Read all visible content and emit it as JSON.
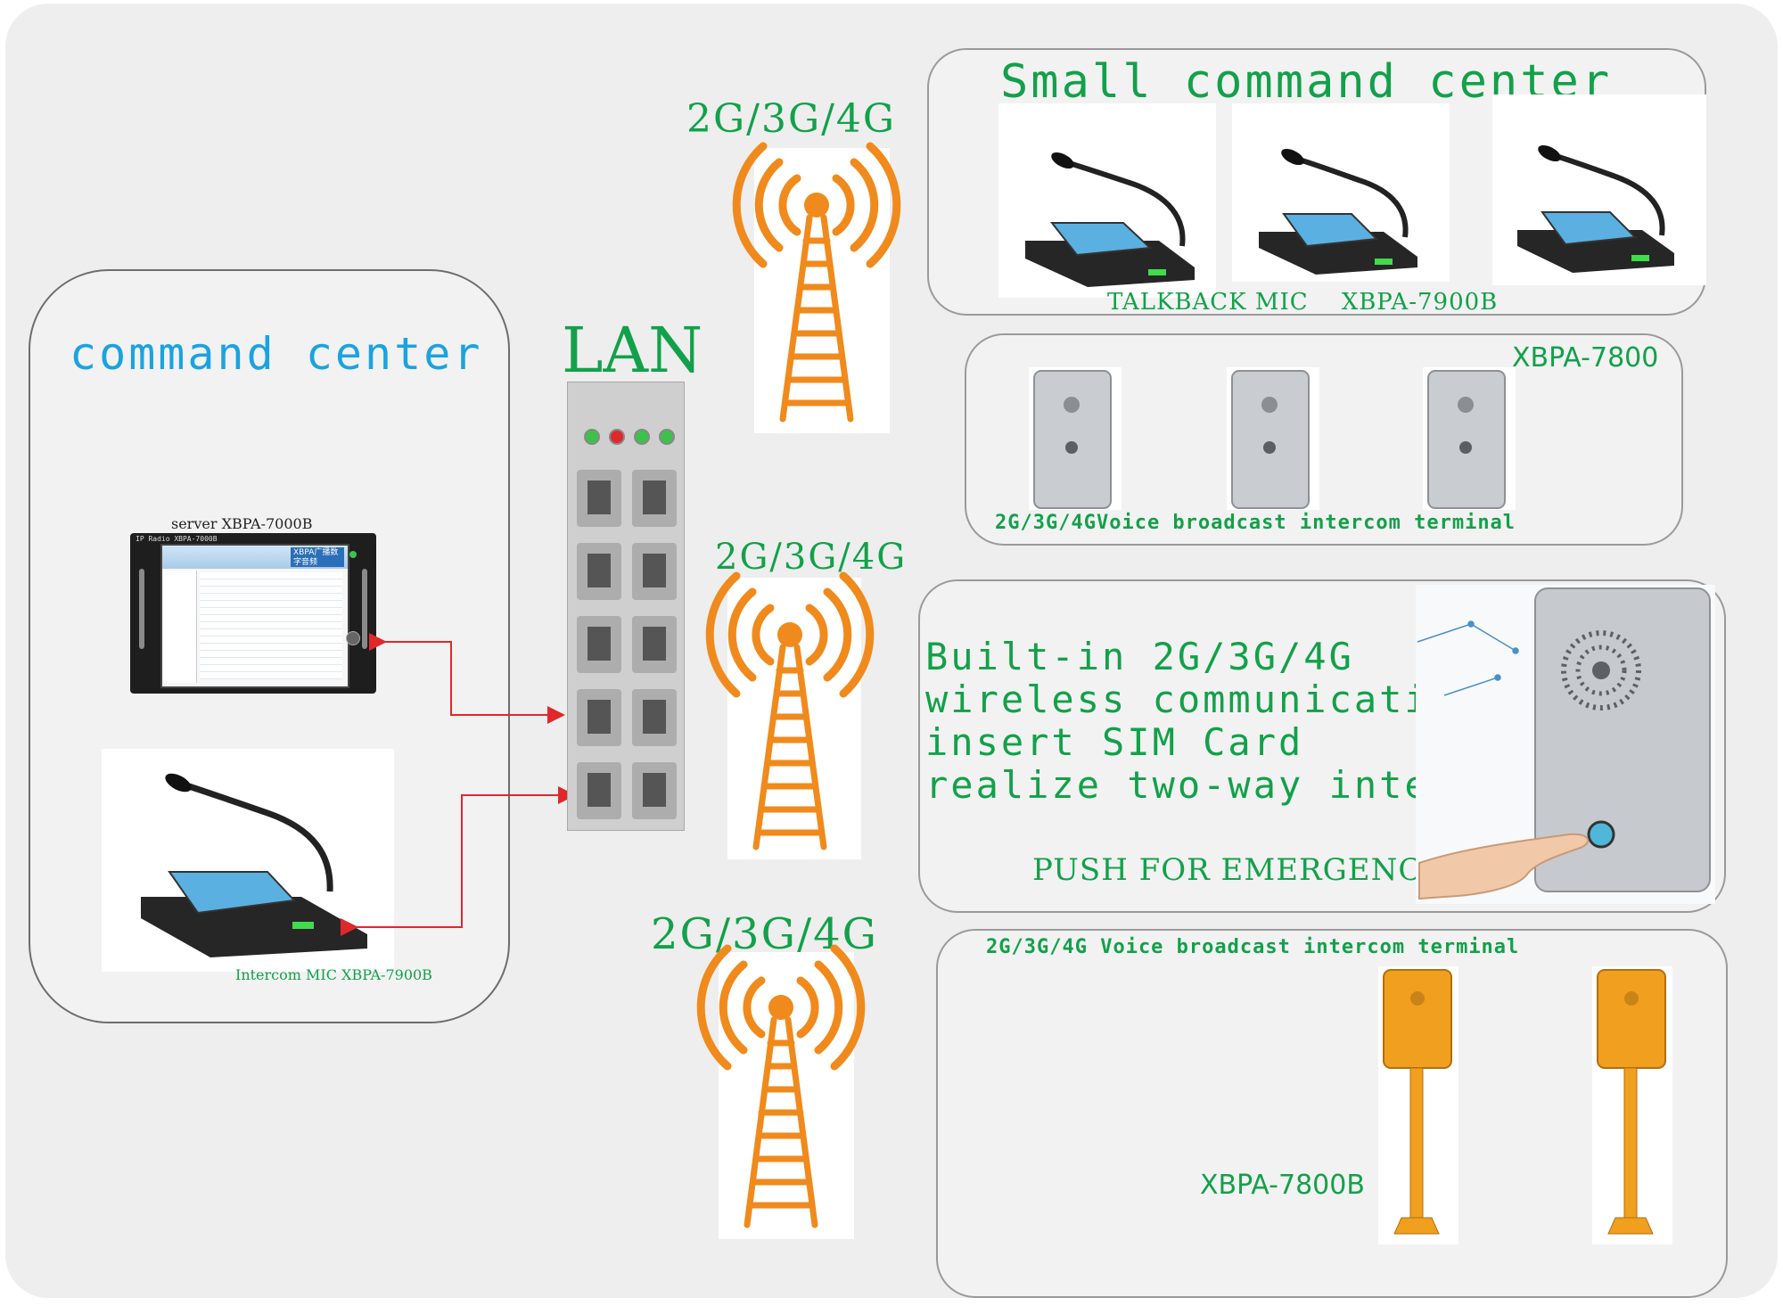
{
  "command_center": {
    "title": "command center",
    "server_label": "server  XBPA-7000B",
    "screen_header": "IP Radio  XBPA-7000B",
    "screen_brand": "XBPA广播数字音频",
    "mic_label": "Intercom MIC  XBPA-7900B"
  },
  "lan": {
    "label": "LAN"
  },
  "towers": [
    {
      "label": "2G/3G/4G"
    },
    {
      "label": "2G/3G/4G"
    },
    {
      "label": "2G/3G/4G"
    }
  ],
  "small_center": {
    "title": "Small command center",
    "caption": "TALKBACK MIC    XBPA-7900B"
  },
  "xbpa7800": {
    "model": "XBPA-7800",
    "caption": "2G/3G/4GVoice broadcast intercom terminal"
  },
  "builtin": {
    "lines": [
      "Built-in 2G/3G/4G",
      "wireless communication",
      "insert SIM Card",
      "realize two-way intercom"
    ],
    "push_label": "PUSH FOR EMERGENCY"
  },
  "xbpa7800b": {
    "caption": "2G/3G/4G Voice broadcast intercom terminal",
    "model": "XBPA-7800B"
  },
  "colors": {
    "accent_green": "#12a14a",
    "title_blue": "#1aa3e0",
    "arrow_red": "#e0282b",
    "tower_orange": "#f08a1c"
  }
}
